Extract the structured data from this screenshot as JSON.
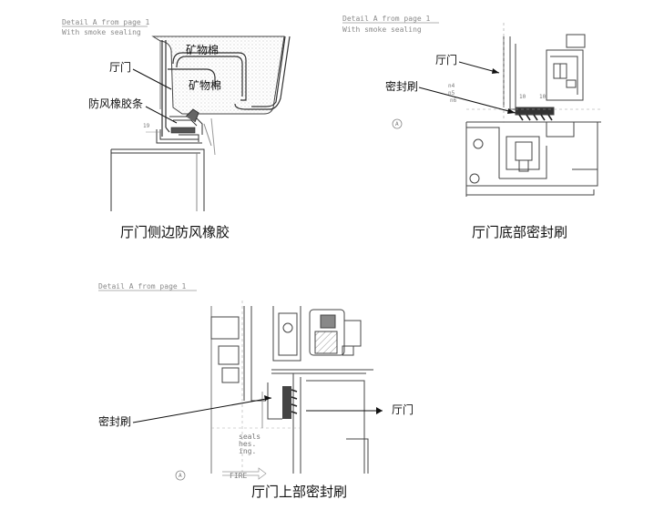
{
  "panel1": {
    "detail_title": "Detail A from page 1",
    "detail_sub": "With smoke sealing",
    "label_mineral_wool_1": "矿物棉",
    "label_mineral_wool_2": "矿物棉",
    "label_door": "厅门",
    "label_strip": "防风橡胶条",
    "caption": "厅门侧边防风橡胶"
  },
  "panel2": {
    "detail_title": "Detail A from page 1",
    "detail_sub": "With smoke sealing",
    "label_door": "厅门",
    "label_brush": "密封刷",
    "dim_a": "10",
    "dim_b": "10",
    "section_mark": "A",
    "caption": "厅门底部密封刷"
  },
  "panel3": {
    "detail_title": "Detail A from page 1",
    "label_brush": "密封刷",
    "label_door": "厅门",
    "note_1": "seals",
    "note_2": "hes.",
    "note_3": "ing.",
    "section_mark": "A",
    "fire_label": "FIRE",
    "caption": "厅门上部密封刷"
  }
}
